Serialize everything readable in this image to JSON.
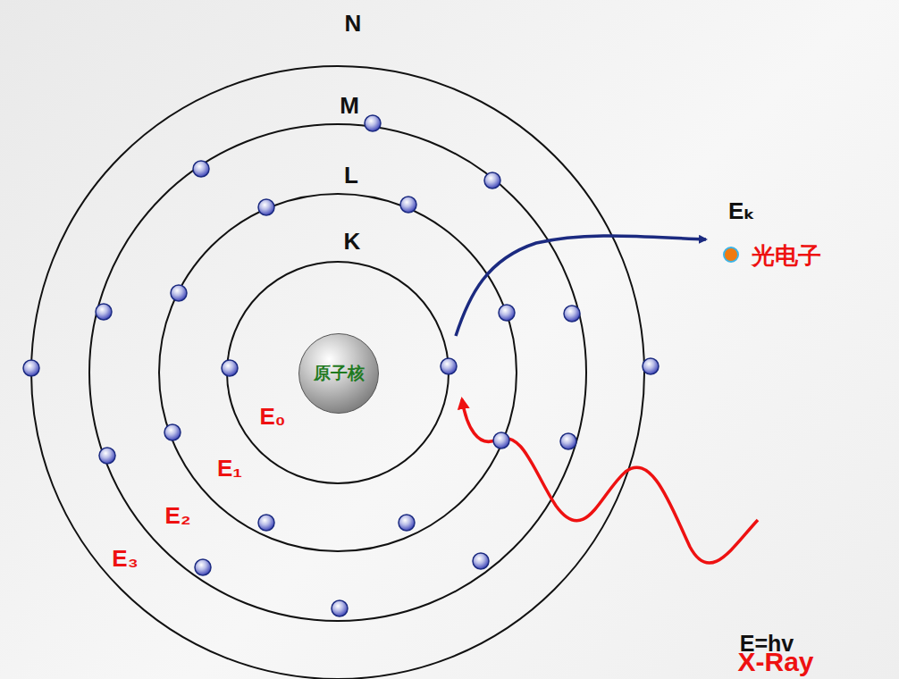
{
  "diagram": {
    "nodes": [
      {
        "text": [
          "原子核"
        ]
      }
    ],
    "labels": [
      "N",
      "M",
      "L",
      "K",
      "E₀",
      "E₁",
      "E₂",
      "E₃",
      "Eₖ",
      "光电子",
      "E=hv",
      "X-Ray"
    ]
  }
}
